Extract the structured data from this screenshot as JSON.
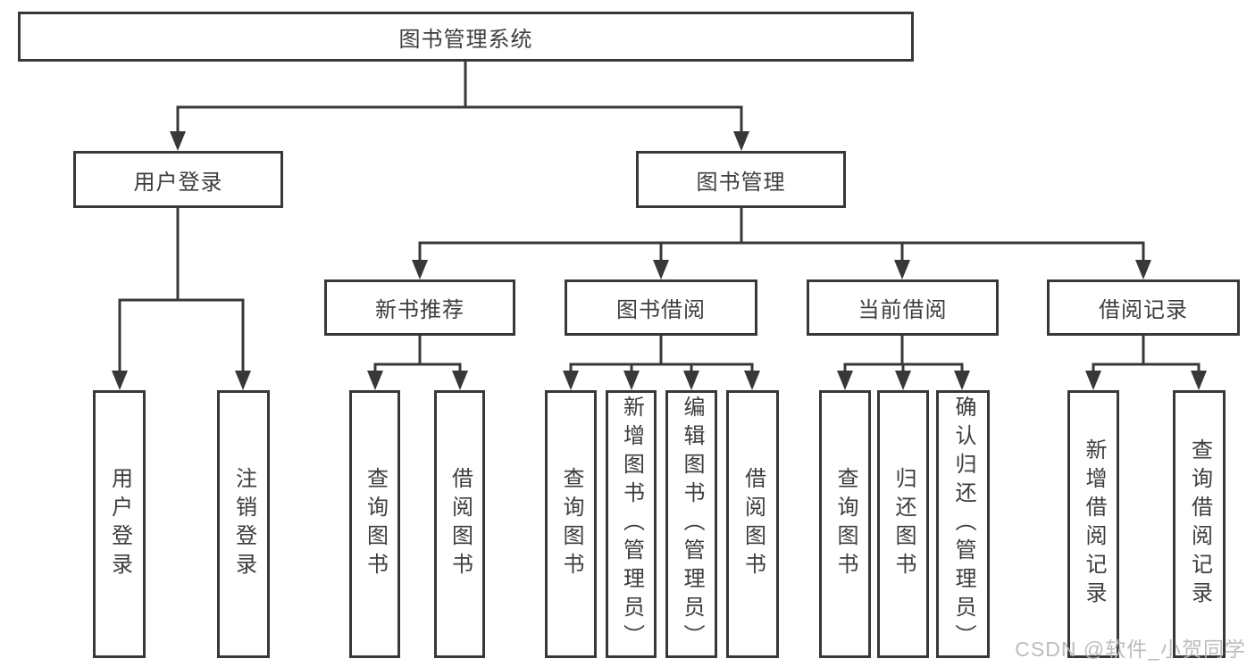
{
  "watermark": "CSDN @软件_小贺同学",
  "colors": {
    "line": "#383838",
    "border": "#383838",
    "text": "#3d3d3d",
    "background": "#ffffff",
    "watermark": "#b6b6b6"
  },
  "tree": {
    "label": "图书管理系统",
    "children": [
      {
        "label": "用户登录",
        "children": [
          {
            "label": "用户登录"
          },
          {
            "label": "注销登录"
          }
        ]
      },
      {
        "label": "图书管理",
        "children": [
          {
            "label": "新书推荐",
            "children": [
              {
                "label": "查询图书"
              },
              {
                "label": "借阅图书"
              }
            ]
          },
          {
            "label": "图书借阅",
            "children": [
              {
                "label": "查询图书"
              },
              {
                "label": "新增图书（管理员）"
              },
              {
                "label": "编辑图书（管理员）"
              },
              {
                "label": "借阅图书"
              }
            ]
          },
          {
            "label": "当前借阅",
            "children": [
              {
                "label": "查询图书"
              },
              {
                "label": "归还图书"
              },
              {
                "label": "确认归还（管理员）"
              }
            ]
          },
          {
            "label": "借阅记录",
            "children": [
              {
                "label": "新增借阅记录"
              },
              {
                "label": "查询借阅记录"
              }
            ]
          }
        ]
      }
    ]
  }
}
